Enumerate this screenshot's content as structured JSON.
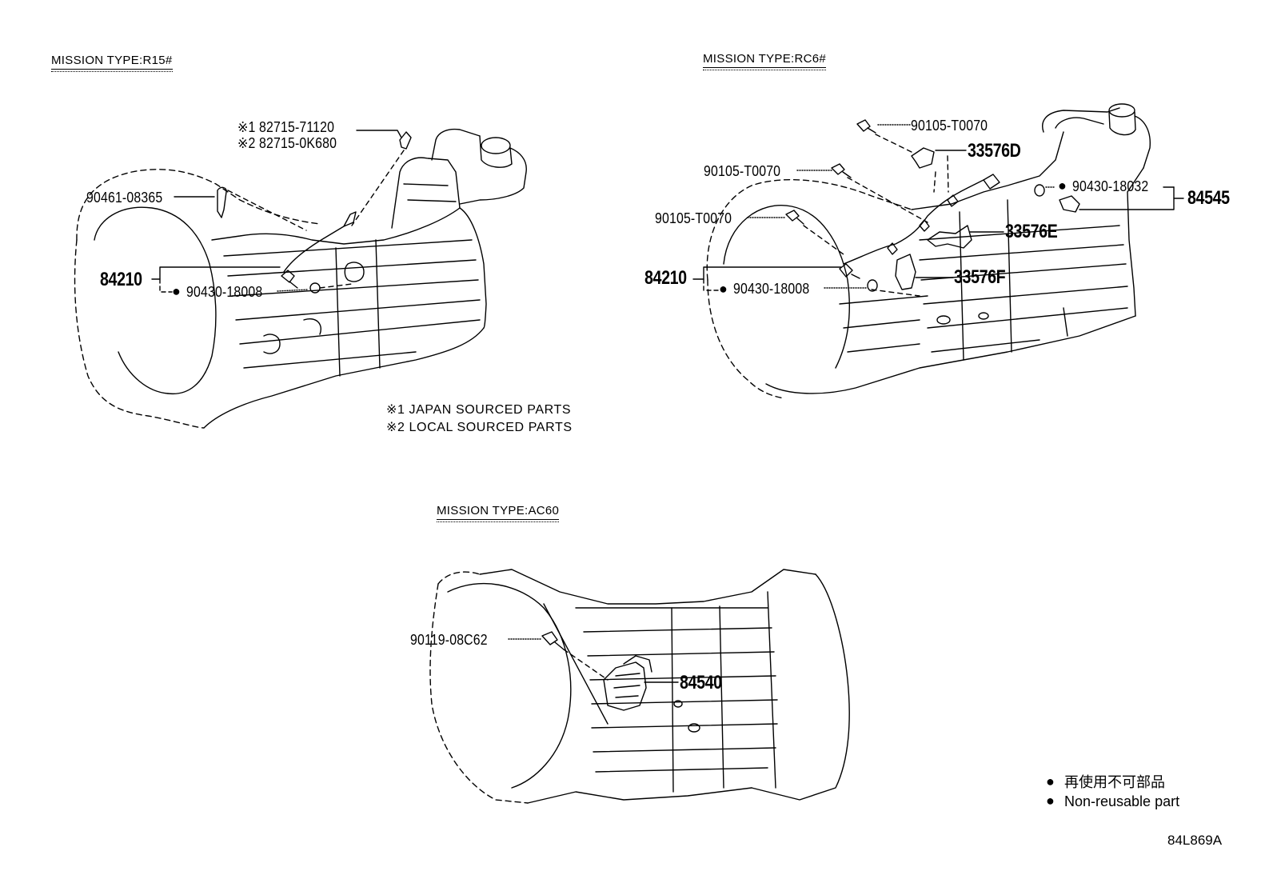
{
  "sections": {
    "r15": {
      "title": "MISSION TYPE:R15#",
      "parts": {
        "p1": "※1 82715-71120",
        "p2": "※2 82715-0K680",
        "p3": "90461-08365",
        "p4": "84210",
        "p5": "90430-18008"
      },
      "notes": [
        "※1 JAPAN SOURCED PARTS",
        "※2 LOCAL SOURCED PARTS"
      ]
    },
    "rc6": {
      "title": "MISSION TYPE:RC6#",
      "parts": {
        "p1": "90105-T0070",
        "p2": "33576D",
        "p3": "90105-T0070",
        "p4": "90105-T0070",
        "p5": "90430-18032",
        "p6": "84545",
        "p7": "33576E",
        "p8": "84210",
        "p9": "33576F",
        "p10": "90430-18008"
      }
    },
    "ac60": {
      "title": "MISSION TYPE:AC60",
      "parts": {
        "p1": "90119-08C62",
        "p2": "84540"
      }
    }
  },
  "legend": {
    "symbol": "●",
    "ja": "再使用不可部品",
    "en": "Non-reusable part"
  },
  "figure_code": "84L869A"
}
